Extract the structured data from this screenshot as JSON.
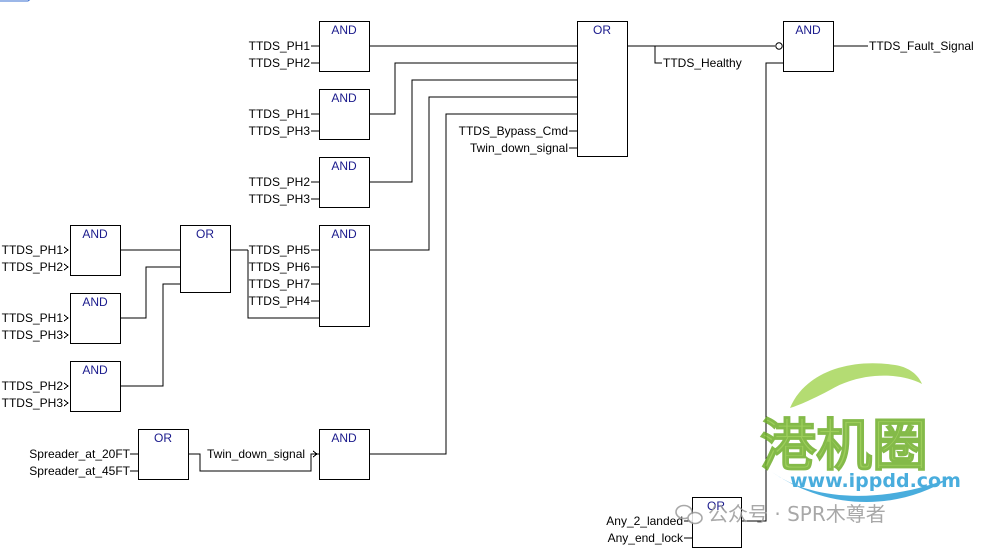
{
  "colors": {
    "gate_text": "#1a1a8c",
    "wire": "#000000",
    "watermark_green": "#8cc63f",
    "watermark_blue": "#2a9fd8"
  },
  "gates": {
    "and1": "AND",
    "and2": "AND",
    "and3": "AND",
    "and4": "AND",
    "or_main": "OR",
    "and_out": "AND",
    "and5": "AND",
    "and6": "AND",
    "and7": "AND",
    "or_mid": "OR",
    "or_spr": "OR",
    "and_twin": "AND",
    "or_land": "OR"
  },
  "signals": {
    "and1_in1": "TTDS_PH1",
    "and1_in2": "TTDS_PH2",
    "and2_in1": "TTDS_PH1",
    "and2_in2": "TTDS_PH3",
    "and3_in1": "TTDS_PH2",
    "and3_in2": "TTDS_PH3",
    "and4_in1": "TTDS_PH5",
    "and4_in2": "TTDS_PH6",
    "and4_in3": "TTDS_PH7",
    "and4_in4": "TTDS_PH4",
    "and5_in1": "TTDS_PH1",
    "and5_in2": "TTDS_PH2",
    "and6_in1": "TTDS_PH1",
    "and6_in2": "TTDS_PH3",
    "and7_in1": "TTDS_PH2",
    "and7_in2": "TTDS_PH3",
    "or_main_in5": "TTDS_Bypass_Cmd",
    "or_main_in6": "Twin_down_signal",
    "or_main_out": "TTDS_Healthy",
    "and_out_out": "TTDS_Fault_Signal",
    "spr_in1": "Spreader_at_20FT",
    "spr_in2": "Spreader_at_45FT",
    "twin_in": "Twin_down_signal",
    "land_in1": "Any_2_landed",
    "land_in2": "Any_end_lock"
  },
  "watermark": {
    "logo_text": "港机圈",
    "url": "www.ippdd.com",
    "channel": "公众号 · SPR木尊者"
  }
}
